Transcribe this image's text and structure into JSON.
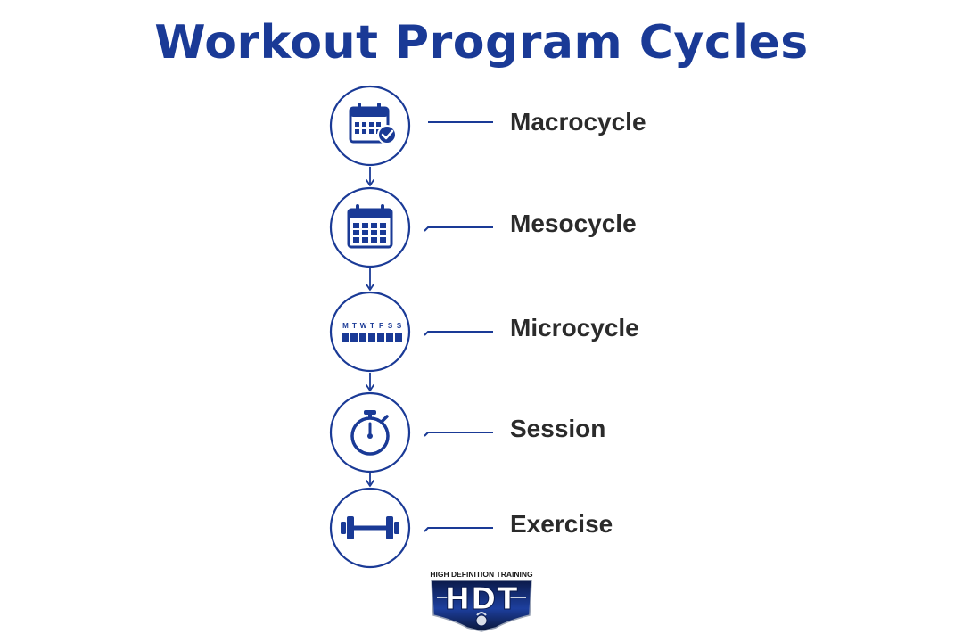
{
  "title": "Workout Program Cycles",
  "colors": {
    "primary": "#1a3a96",
    "text": "#2b2b2b"
  },
  "stages": [
    {
      "label": "Macrocycle",
      "icon": "calendar-check-icon"
    },
    {
      "label": "Mesocycle",
      "icon": "calendar-grid-icon"
    },
    {
      "label": "Microcycle",
      "icon": "week-days-icon"
    },
    {
      "label": "Session",
      "icon": "stopwatch-icon"
    },
    {
      "label": "Exercise",
      "icon": "dumbbell-icon"
    }
  ],
  "week_days": [
    "M",
    "T",
    "W",
    "T",
    "F",
    "S",
    "S"
  ],
  "logo": {
    "caption": "HIGH DEFINITION TRAINING",
    "mark": "HDT"
  }
}
